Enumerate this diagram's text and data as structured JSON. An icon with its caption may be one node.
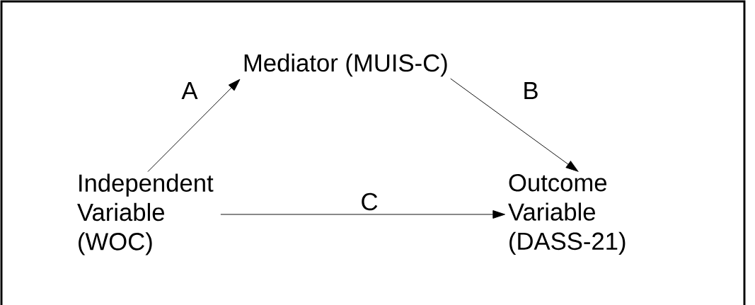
{
  "diagram": {
    "nodes": [
      {
        "text": [
          "Mediator (MUIS-C)"
        ]
      },
      {
        "text": [
          "Independent Variable (WOC)"
        ]
      },
      {
        "text": [
          "Outcome Variable (DASS-21)"
        ]
      }
    ],
    "edges": [
      {
        "from": 1,
        "to": 0,
        "arrow": "to",
        "label": "A"
      },
      {
        "from": 0,
        "to": 2,
        "arrow": "to",
        "label": "B"
      },
      {
        "from": 1,
        "to": 2,
        "arrow": "to",
        "label": "C"
      }
    ]
  }
}
